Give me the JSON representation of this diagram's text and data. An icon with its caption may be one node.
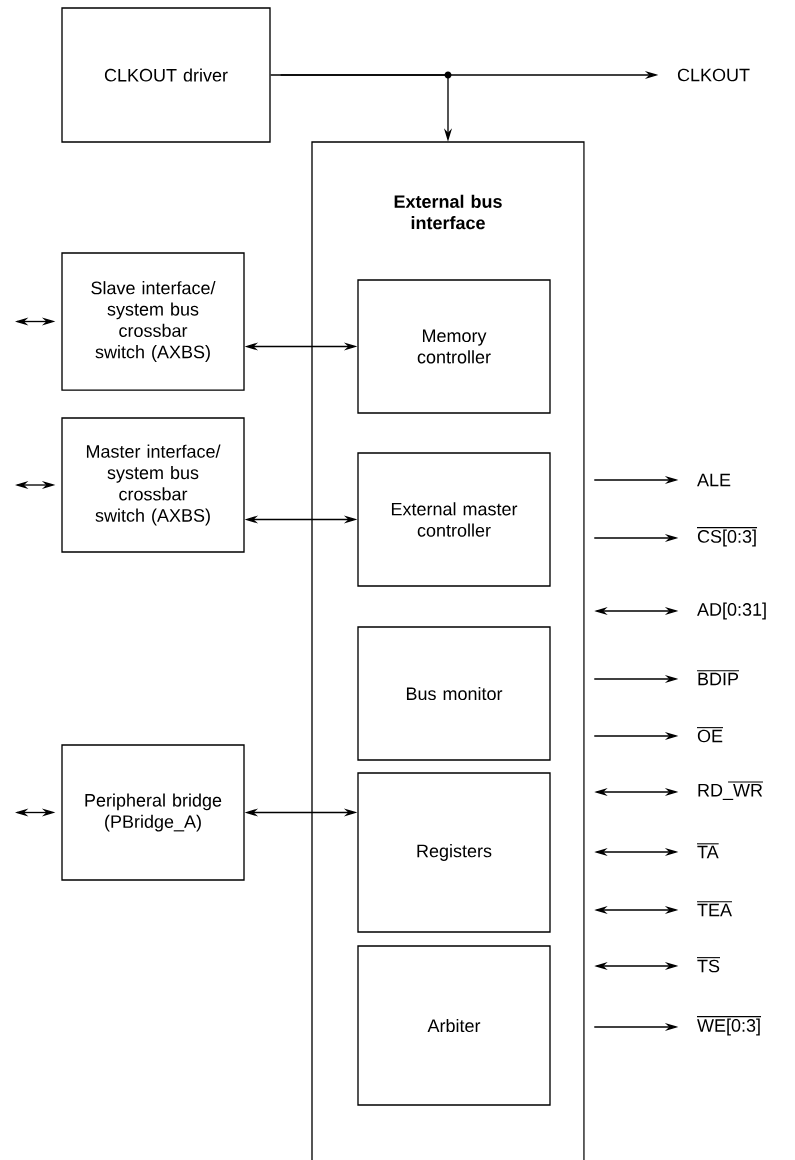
{
  "diagram": {
    "nodes": [
      {
        "text": [
          "CLKOUT driver"
        ]
      },
      {
        "text": [
          "CLKOUT"
        ]
      },
      {
        "text": [
          "External bus interface"
        ]
      },
      {
        "text": [
          "Memory controller"
        ],
        "in": 2
      },
      {
        "text": [
          "External master controller"
        ],
        "in": 2
      },
      {
        "text": [
          "Bus monitor"
        ],
        "in": 2
      },
      {
        "text": [
          "Registers"
        ],
        "in": 2
      },
      {
        "text": [
          "Arbiter"
        ],
        "in": 2
      },
      {
        "text": [
          "Slave interface/ system bus crossbar switch (AXBS)"
        ]
      },
      {
        "text": [
          "Master interface/ system bus crossbar switch (AXBS)"
        ]
      },
      {
        "text": [
          "Peripheral bridge (PBridge_A)"
        ]
      },
      {
        "text": [
          "ALE"
        ]
      },
      {
        "text": [
          "CS[0:3]"
        ]
      },
      {
        "text": [
          "AD[0:31]"
        ]
      },
      {
        "text": [
          "BDIP"
        ]
      },
      {
        "text": [
          "OE"
        ]
      },
      {
        "text": [
          "RD_WR"
        ]
      },
      {
        "text": [
          "TA"
        ]
      },
      {
        "text": [
          "TEA"
        ]
      },
      {
        "text": [
          "TS"
        ]
      },
      {
        "text": [
          "WE[0:3]"
        ]
      }
    ],
    "edges": [
      {
        "from": 0,
        "to": 1,
        "arrow": "to"
      },
      {
        "from": 0,
        "to": 2,
        "arrow": "to"
      },
      {
        "from": 8,
        "to": 3,
        "arrow": "both"
      },
      {
        "from": 9,
        "to": 4,
        "arrow": "both"
      },
      {
        "from": 10,
        "to": 6,
        "arrow": "both"
      },
      {
        "from": null,
        "to": 8,
        "arrow": "both"
      },
      {
        "from": null,
        "to": 9,
        "arrow": "both"
      },
      {
        "from": null,
        "to": 10,
        "arrow": "both"
      },
      {
        "from": 2,
        "to": 11,
        "arrow": "to"
      },
      {
        "from": 2,
        "to": 12,
        "arrow": "to"
      },
      {
        "from": 2,
        "to": 13,
        "arrow": "both"
      },
      {
        "from": 2,
        "to": 14,
        "arrow": "to"
      },
      {
        "from": 2,
        "to": 15,
        "arrow": "to"
      },
      {
        "from": 2,
        "to": 16,
        "arrow": "both"
      },
      {
        "from": 2,
        "to": 17,
        "arrow": "both"
      },
      {
        "from": 2,
        "to": 18,
        "arrow": "both"
      },
      {
        "from": 2,
        "to": 19,
        "arrow": "both"
      },
      {
        "from": 2,
        "to": 20,
        "arrow": "to"
      }
    ]
  }
}
